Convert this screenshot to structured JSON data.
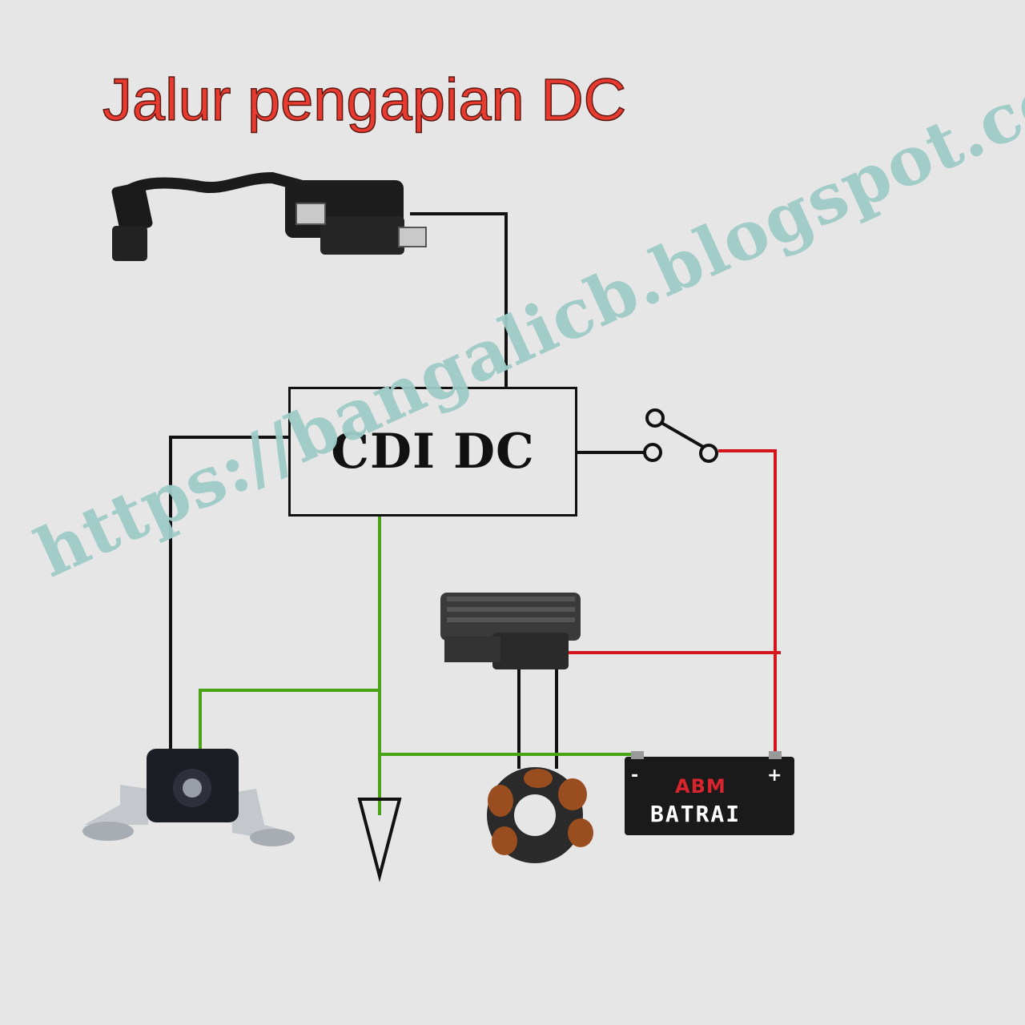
{
  "title": "Jalur pengapian DC",
  "cdi_label": "CDI DC",
  "battery": {
    "brand": "ABM",
    "name": "BATRAI",
    "minus": "-",
    "plus": "+"
  },
  "watermark": "https://bangalicb.blogspot.com",
  "wire_colors": {
    "black": "#111111",
    "red": "#d4161c",
    "green": "#4aa316"
  },
  "components": [
    "ignition-coil",
    "cdi-unit",
    "ignition-switch",
    "rectifier-regulator",
    "pulser-pickup",
    "ground",
    "stator",
    "battery"
  ]
}
